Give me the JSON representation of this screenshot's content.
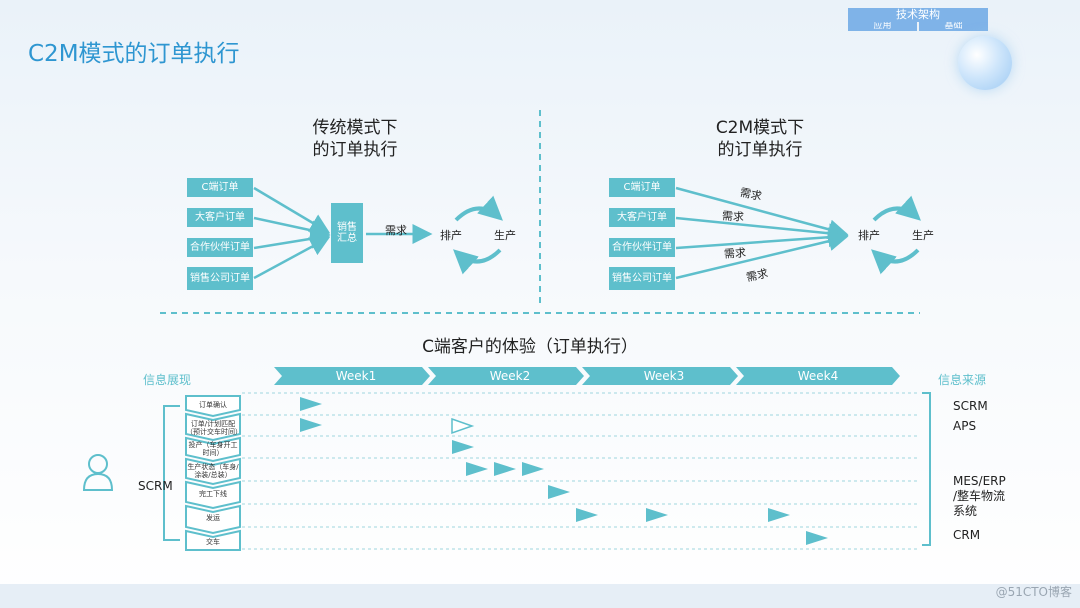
{
  "page_title": "C2M模式的订单执行",
  "top_badge": {
    "title": "技术架构",
    "left": "应用",
    "right": "基础"
  },
  "traditional": {
    "title_line1": "传统模式下",
    "title_line2": "的订单执行",
    "sources": [
      "C端订单",
      "大客户订单",
      "合作伙伴订单",
      "销售公司订单"
    ],
    "summary": "销售汇总",
    "demand": "需求",
    "schedule": "排产",
    "produce": "生产"
  },
  "c2m": {
    "title_line1": "C2M模式下",
    "title_line2": "的订单执行",
    "sources": [
      "C端订单",
      "大客户订单",
      "合作伙伴订单",
      "销售公司订单"
    ],
    "demand_labels": [
      "需求",
      "需求",
      "需求",
      "需求"
    ],
    "schedule": "排产",
    "produce": "生产"
  },
  "experience": {
    "title": "C端客户的体验（订单执行）",
    "left_header": "信息展现",
    "right_header": "信息来源",
    "weeks": [
      "Week1",
      "Week2",
      "Week3",
      "Week4"
    ],
    "stages": [
      "订单确认",
      "订单/计划匹配（预计交车时间）",
      "投产（车身开工时间）",
      "生产状态（车身/涂装/总装）",
      "完工下线",
      "发运",
      "交车"
    ],
    "scrm_label": "SCRM",
    "sources": [
      "SCRM",
      "APS",
      "MES/ERP",
      "/整车物流",
      "系统",
      "CRM"
    ]
  },
  "watermark": "@51CTO博客",
  "colors": {
    "accent": "#5ebfcc",
    "title": "#2e96d1"
  }
}
